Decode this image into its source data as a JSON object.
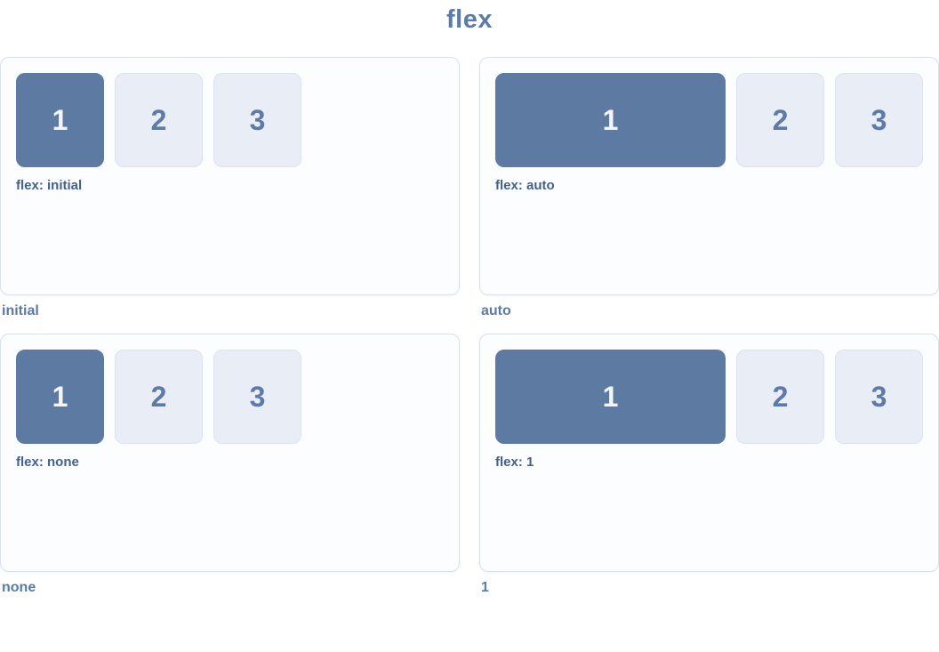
{
  "title": "flex",
  "colors": {
    "title": "#5b7ca9",
    "primary_box_bg": "#5c7aa2",
    "primary_box_text": "#f2f5fa",
    "light_box_bg": "#e9edf6",
    "light_box_border": "#dbe2f0",
    "light_box_text": "#5e7aa6",
    "panel_bg": "#fcfdff",
    "panel_border": "#d9e1ef",
    "flex_label_text": "#44618d",
    "caption_text": "#5b7aa6"
  },
  "demos": [
    {
      "label": "flex: initial",
      "caption": "initial",
      "first_item_grows": false,
      "items": [
        "1",
        "2",
        "3"
      ]
    },
    {
      "label": "flex: auto",
      "caption": "auto",
      "first_item_grows": true,
      "items": [
        "1",
        "2",
        "3"
      ]
    },
    {
      "label": "flex: none",
      "caption": "none",
      "first_item_grows": false,
      "items": [
        "1",
        "2",
        "3"
      ]
    },
    {
      "label": "flex: 1",
      "caption": "1",
      "first_item_grows": true,
      "items": [
        "1",
        "2",
        "3"
      ]
    }
  ]
}
